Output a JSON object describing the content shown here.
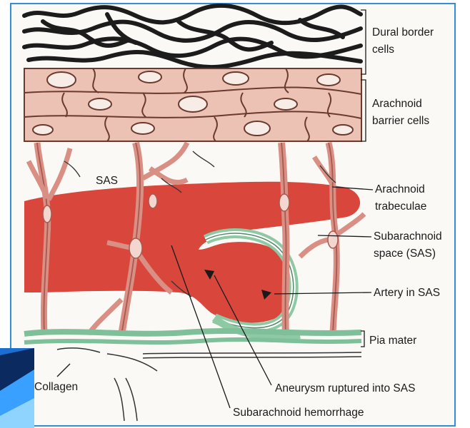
{
  "labels": {
    "dural_border": [
      "Dural border",
      "cells"
    ],
    "arachnoid_barrier": [
      "Arachnoid",
      "barrier cells"
    ],
    "sas_inline": "SAS",
    "trabeculae": [
      "Arachnoid",
      "trabeculae"
    ],
    "subarachnoid_space": [
      "Subarachnoid",
      "space (SAS)"
    ],
    "artery": "Artery in SAS",
    "pia": "Pia mater",
    "collagen": "Collagen",
    "aneurysm": "Aneurysm ruptured into SAS",
    "hemorrhage": "Subarachnoid hemorrhage"
  },
  "colors": {
    "frame": "#2f8fd8",
    "dural_fibers": "#1c1c1c",
    "barrier_cells": "#ecc2b4",
    "barrier_outline": "#6b3a2e",
    "blood": "#d9473c",
    "trabeculae": "#d98f84",
    "pia": "#7fbf9a",
    "artery_wall": "#8fc9a3"
  }
}
